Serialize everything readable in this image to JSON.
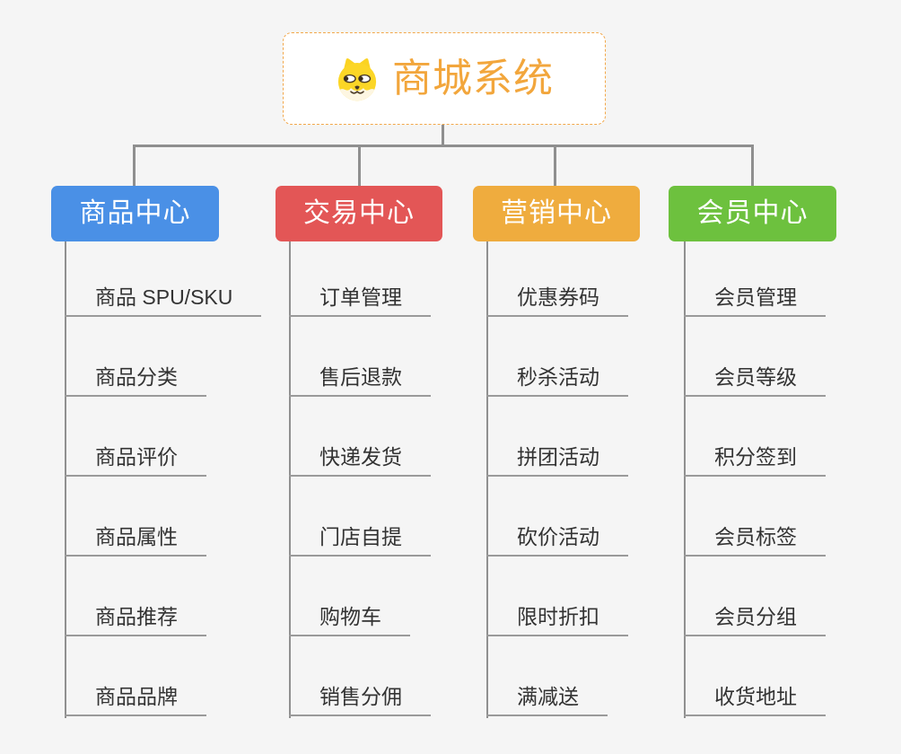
{
  "app": {
    "background_color": "#f5f5f5",
    "connector_color": "#8f8f8f"
  },
  "root": {
    "title": "商城系统",
    "icon": "dog-face",
    "text_color": "#f2a63c",
    "border_color": "#f2a74a"
  },
  "branches": [
    {
      "label": "商品中心",
      "color": "#4a90e6",
      "items": [
        "商品 SPU/SKU",
        "商品分类",
        "商品评价",
        "商品属性",
        "商品推荐",
        "商品品牌"
      ]
    },
    {
      "label": "交易中心",
      "color": "#e35656",
      "items": [
        "订单管理",
        "售后退款",
        "快递发货",
        "门店自提",
        "购物车",
        "销售分佣"
      ]
    },
    {
      "label": "营销中心",
      "color": "#efac3e",
      "items": [
        "优惠券码",
        "秒杀活动",
        "拼团活动",
        "砍价活动",
        "限时折扣",
        "满减送"
      ]
    },
    {
      "label": "会员中心",
      "color": "#6dc13e",
      "items": [
        "会员管理",
        "会员等级",
        "积分签到",
        "会员标签",
        "会员分组",
        "收货地址"
      ]
    }
  ]
}
